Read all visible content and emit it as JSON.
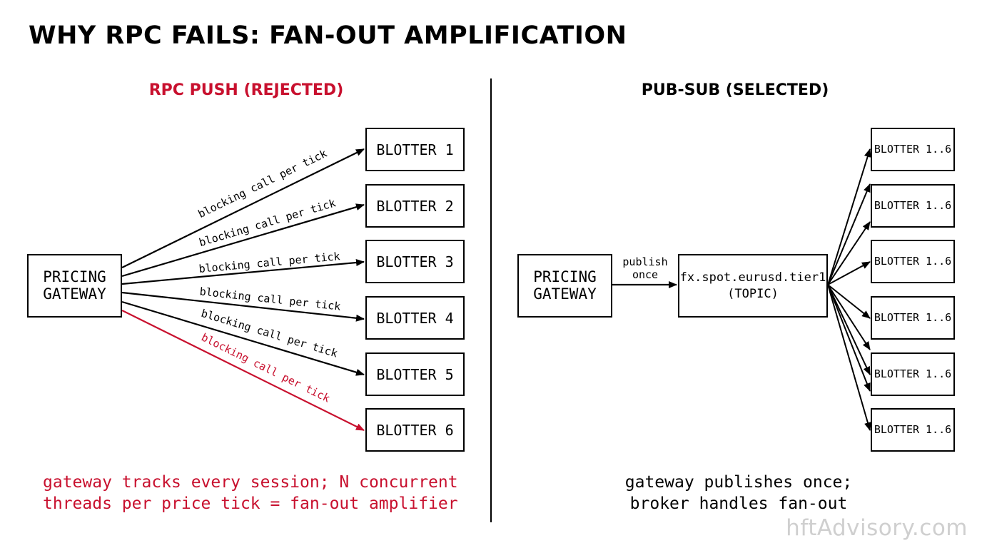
{
  "title": "WHY RPC FAILS: FAN-OUT AMPLIFICATION",
  "left": {
    "heading": "RPC PUSH (REJECTED)",
    "gateway": "PRICING\nGATEWAY",
    "blotters": [
      "BLOTTER 1",
      "BLOTTER 2",
      "BLOTTER 3",
      "BLOTTER 4",
      "BLOTTER 5",
      "BLOTTER 6"
    ],
    "edge_label": "blocking call per tick",
    "note": "gateway tracks every session; N concurrent\nthreads per price tick = fan-out amplifier",
    "highlight_color": "#c8102e"
  },
  "right": {
    "heading": "PUB-SUB (SELECTED)",
    "gateway": "PRICING\nGATEWAY",
    "publish_label": "publish\nonce",
    "topic": "fx.spot.eurusd.tier1\n(TOPIC)",
    "blotters": [
      "BLOTTER 1..6",
      "BLOTTER 1..6",
      "BLOTTER 1..6",
      "BLOTTER 1..6",
      "BLOTTER 1..6",
      "BLOTTER 1..6"
    ],
    "note": "gateway publishes once;\nbroker handles fan-out"
  },
  "watermark": "hftAdvisory.com"
}
